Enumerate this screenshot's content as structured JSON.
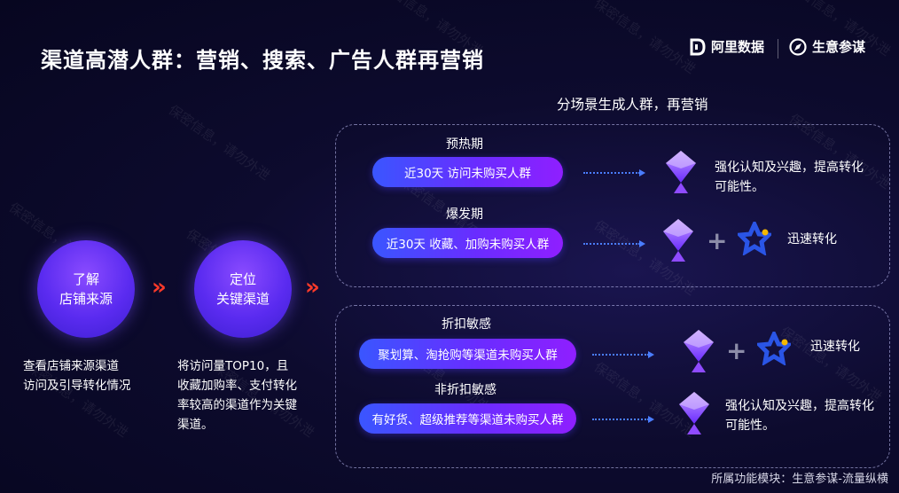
{
  "header": {
    "title": "渠道高潜人群：营销、搜索、广告人群再营销",
    "brand_left": "阿里数据",
    "brand_right": "生意参谋"
  },
  "watermark": "保密信息，请勿外泄",
  "steps": [
    {
      "line1": "了解",
      "line2": "店铺来源",
      "desc": [
        "查看店铺来源渠道",
        "访问及引导转化情况"
      ]
    },
    {
      "line1": "定位",
      "line2": "关键渠道",
      "desc": [
        "将访问量TOP10，且",
        "收藏加购率、支付转化",
        "率较高的渠道作为关键",
        "渠道。"
      ]
    }
  ],
  "chevrons": "»",
  "section_title": "分场景生成人群，再营销",
  "groups": [
    {
      "rows": [
        {
          "label": "预热期",
          "pill": "近30天 访问未购买人群",
          "result": [
            "强化认知及兴趣，提高转化",
            "可能性。"
          ],
          "combo": false
        },
        {
          "label": "爆发期",
          "pill": "近30天 收藏、加购未购买人群",
          "result": [
            "迅速转化"
          ],
          "combo": true
        }
      ]
    },
    {
      "rows": [
        {
          "label": "折扣敏感",
          "pill": "聚划算、淘抢购等渠道未购买人群",
          "result": [
            "迅速转化"
          ],
          "combo": true
        },
        {
          "label": "非折扣敏感",
          "pill": "有好货、超级推荐等渠道未购买人群",
          "result": [
            "强化认知及兴趣，提高转化",
            "可能性。"
          ],
          "combo": false
        }
      ]
    }
  ],
  "plus_sign": "+",
  "footer": "所属功能模块：生意参谋-流量纵横",
  "colors": {
    "accent_red": "#ff3a2a",
    "pill_start": "#3a56ff",
    "pill_end": "#8f1fff",
    "gem": "#9b5cff",
    "star_blue": "#2a55e6",
    "star_yellow": "#f5b800"
  }
}
